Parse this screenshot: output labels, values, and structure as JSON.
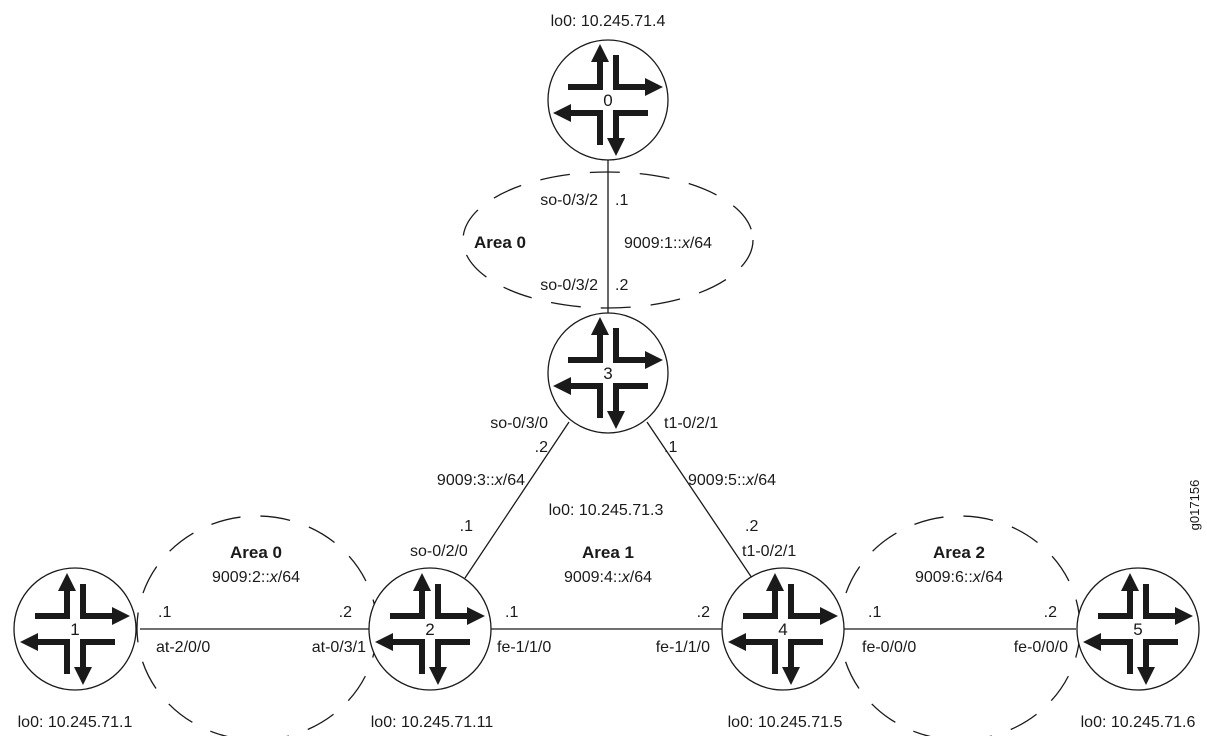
{
  "routers": [
    {
      "id": "0",
      "loopback": "lo0: 10.245.71.4"
    },
    {
      "id": "1",
      "loopback": "lo0: 10.245.71.1"
    },
    {
      "id": "2",
      "loopback": "lo0: 10.245.71.11"
    },
    {
      "id": "3",
      "loopback": "lo0: 10.245.71.3"
    },
    {
      "id": "4",
      "loopback": "lo0: 10.245.71.5"
    },
    {
      "id": "5",
      "loopback": "lo0: 10.245.71.6"
    }
  ],
  "areas": [
    {
      "name": "Area 0"
    },
    {
      "name": "Area 0",
      "subnet_prefix": "9009:2::",
      "subnet_var": "x",
      "subnet_suffix": "/64"
    },
    {
      "name": "Area 1",
      "subnet_prefix": "9009:4::",
      "subnet_var": "x",
      "subnet_suffix": "/64"
    },
    {
      "name": "Area 2",
      "subnet_prefix": "9009:6::",
      "subnet_var": "x",
      "subnet_suffix": "/64"
    }
  ],
  "links": {
    "r0_r3": {
      "subnet_prefix": "9009:1::",
      "subnet_var": "x",
      "subnet_suffix": "/64",
      "a_iface": "so-0/3/2",
      "a_host": ".1",
      "b_iface": "so-0/3/2",
      "b_host": ".2"
    },
    "r3_r2": {
      "subnet_prefix": "9009:3::",
      "subnet_var": "x",
      "subnet_suffix": "/64",
      "a_iface": "so-0/3/0",
      "a_host": ".2",
      "b_iface": "so-0/2/0",
      "b_host": ".1"
    },
    "r3_r4": {
      "subnet_prefix": "9009:5::",
      "subnet_var": "x",
      "subnet_suffix": "/64",
      "a_iface": "t1-0/2/1",
      "a_host": ".1",
      "b_iface": "t1-0/2/1",
      "b_host": ".2"
    },
    "r1_r2": {
      "a_iface": "at-2/0/0",
      "a_host": ".1",
      "b_iface": "at-0/3/1",
      "b_host": ".2"
    },
    "r2_r4": {
      "a_iface": "fe-1/1/0",
      "a_host": ".1",
      "b_iface": "fe-1/1/0",
      "b_host": ".2"
    },
    "r4_r5": {
      "a_iface": "fe-0/0/0",
      "a_host": ".1",
      "b_iface": "fe-0/0/0",
      "b_host": ".2"
    }
  },
  "figure_id": "g017156"
}
